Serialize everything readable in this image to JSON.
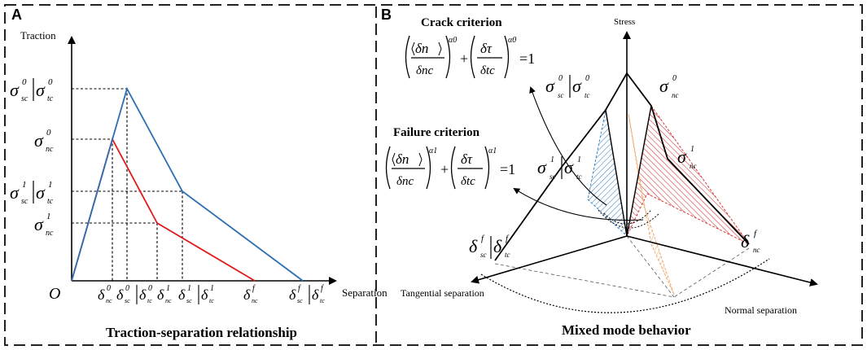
{
  "panels": {
    "a": {
      "letter": "A",
      "caption": "Traction-separation relationship",
      "y_axis_label": "Traction",
      "x_axis_label": "Separation",
      "origin_label": "O",
      "y_labels": {
        "sig_s0": "σ",
        "sup_s0": "0",
        "sub_s0": "sc",
        "sig_t0": "σ",
        "sup_t0": "0",
        "sub_t0": "tc",
        "sig_n0": "σ",
        "sup_n0": "0",
        "sub_n0": "nc",
        "sig_s1": "σ",
        "sup_s1": "1",
        "sub_s1": "sc",
        "sig_t1": "σ",
        "sup_t1": "1",
        "sub_t1": "tc",
        "sig_n1": "σ",
        "sup_n1": "1",
        "sub_n1": "nc"
      },
      "x_labels": {
        "d_n0": "δ",
        "sup_n0": "0",
        "sub_n0": "nc",
        "d_s0": "δ",
        "sup_s0": "0",
        "sub_s0": "sc",
        "d_t0": "δ",
        "sup_t0": "0",
        "sub_t0": "tc",
        "d_n1": "δ",
        "sup_n1": "1",
        "sub_n1": "nc",
        "d_s1": "δ",
        "sup_s1": "1",
        "sub_s1": "sc",
        "d_t1": "δ",
        "sup_t1": "1",
        "sub_t1": "tc",
        "d_nf": "δ",
        "sup_nf": "f",
        "sub_nf": "nc",
        "d_sf": "δ",
        "sup_sf": "f",
        "sub_sf": "sc",
        "d_tf": "δ",
        "sup_tf": "f",
        "sub_tf": "tc"
      }
    },
    "b": {
      "letter": "B",
      "caption": "Mixed mode behavior",
      "stress_label": "Stress",
      "tangential_label": "Tangential separation",
      "normal_label": "Normal  separation",
      "crack_title": "Crack criterion",
      "failure_title": "Failure criterion",
      "crack_exp": "α0",
      "failure_exp": "α1",
      "eq_rhs": "=1",
      "plus": "+",
      "dn": "δn",
      "dnc": "δnc",
      "dtau": "δτ",
      "dtc": "δtc",
      "sig": "σ",
      "del": "δ",
      "sup0": "0",
      "sup1": "1",
      "supf": "f",
      "sub_sc": "sc",
      "sub_tc": "tc",
      "sub_nc": "nc"
    }
  },
  "colors": {
    "frame": "#222222",
    "tangential_curve": "#e01a1a",
    "shear_curve": "#2b6fb3",
    "blue_hatch": "#3a86c4",
    "red_hatch": "#d63a3a",
    "orange_hatch": "#f0a86a"
  }
}
